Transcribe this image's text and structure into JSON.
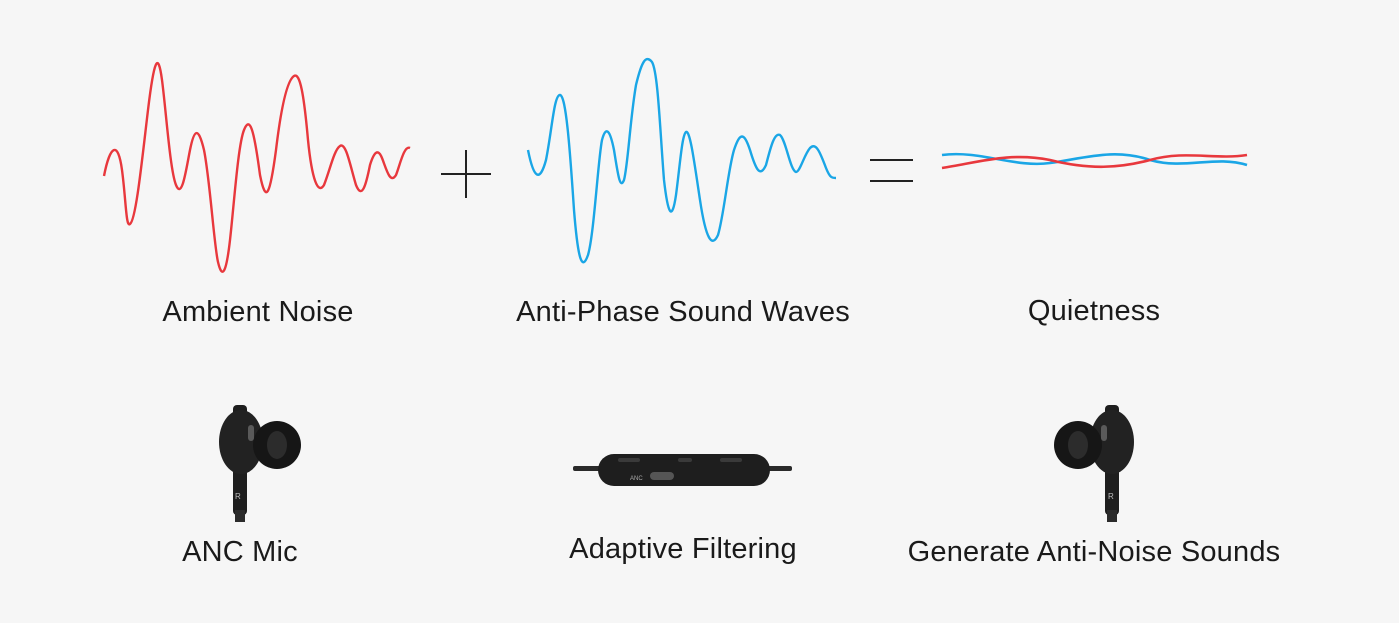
{
  "colors": {
    "background": "#f6f6f6",
    "noise_wave": "#e8383d",
    "anti_phase_wave": "#1aa6e6",
    "operator": "#222222",
    "device": "#1e1e1e"
  },
  "equation": {
    "plus_symbol": "+",
    "equals_symbol": "=",
    "terms": [
      {
        "label": "Ambient Noise",
        "icon": "red-sound-wave-icon"
      },
      {
        "label": "Anti-Phase Sound Waves",
        "icon": "blue-sound-wave-icon"
      },
      {
        "label": "Quietness",
        "icon": "cancelled-wave-icon"
      }
    ]
  },
  "process": [
    {
      "label": "ANC Mic",
      "icon": "earbud-icon"
    },
    {
      "label": "Adaptive Filtering",
      "icon": "inline-remote-control-icon"
    },
    {
      "label": "Generate Anti-Noise Sounds",
      "icon": "earbud-icon"
    }
  ],
  "remote_text": "ANC",
  "earbud_side": "R"
}
